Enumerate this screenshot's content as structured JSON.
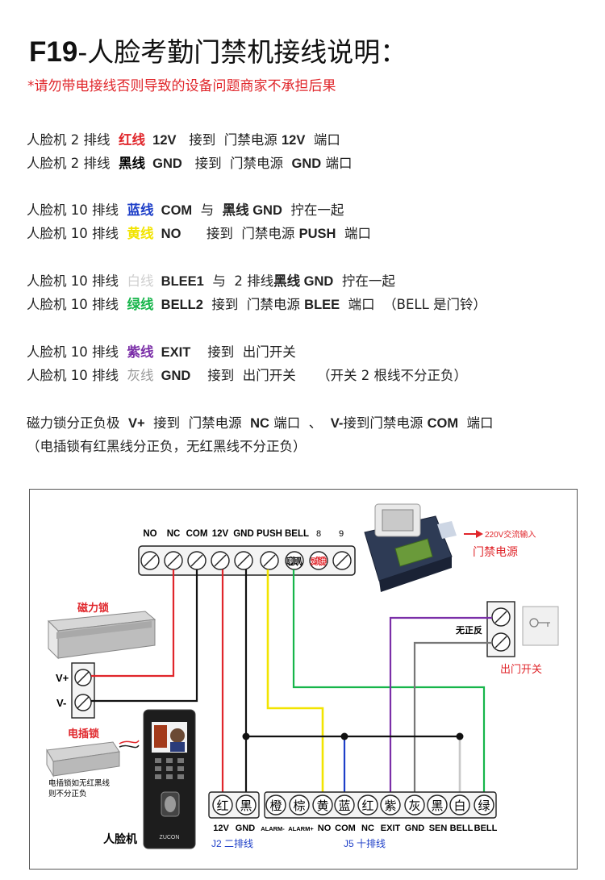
{
  "title": {
    "code": "F19",
    "rest": "-人脸考勤门禁机接线说明："
  },
  "warning": "*请勿带电接线否则导致的设备问题商家不承担后果",
  "lines": [
    {
      "p1": "人脸机 2 排线  ",
      "wire": "红线",
      "sig": "  12V",
      "p2": "   接到  门禁电源 ",
      "port": "12V",
      "p3": "  端口"
    },
    {
      "p1": "人脸机 2 排线  ",
      "wire": "黑线",
      "sig": "  GND",
      "p2": "   接到  门禁电源  ",
      "port": "GND",
      "p3": " 端口"
    },
    {
      "p1": "人脸机 10 排线  ",
      "wire": "蓝线",
      "sig": "  COM",
      "p2": "  与  ",
      "port": "黑线 GND",
      "p3": "  拧在一起"
    },
    {
      "p1": "人脸机 10 排线  ",
      "wire": "黄线",
      "sig": "  NO",
      "p2": "      接到  门禁电源 ",
      "port": "PUSH",
      "p3": "  端口"
    },
    {
      "p1": "人脸机 10 排线  ",
      "wire": "白线",
      "sig": "  BLEE1",
      "p2": "  与  2 排线",
      "port": "黑线 GND",
      "p3": "  拧在一起"
    },
    {
      "p1": "人脸机 10 排线  ",
      "wire": "绿线",
      "sig": "  BELL2",
      "p2": "  接到  门禁电源 ",
      "port": "BLEE",
      "p3": "  端口  （BELL 是门铃）"
    },
    {
      "p1": "人脸机 10 排线  ",
      "wire": "紫线",
      "sig": "  EXIT",
      "p2": "    接到  出门开关",
      "port": "",
      "p3": ""
    },
    {
      "p1": "人脸机 10 排线  ",
      "wire": "灰线",
      "sig": "  GND",
      "p2": "    接到  出门开关",
      "port": "",
      "p3": "     （开关 2 根线不分正负）"
    }
  ],
  "lock_line": {
    "p1": "磁力锁分正负极  ",
    "vplus": "V+",
    "p2": "  接到  门禁电源  ",
    "nc": "NC",
    "p3": " 端口  、  ",
    "vminus": "V-",
    "p4": "接到门禁电源 ",
    "com": "COM",
    "p5": "  端口"
  },
  "lock_note": "（电插锁有红黑线分正负，无红黑线不分正负）",
  "diagram": {
    "psu_terminals": [
      "NO",
      "NC",
      "COM",
      "12V",
      "GND",
      "PUSH",
      "BELL",
      "8",
      "9"
    ],
    "psu_labels_inner": [
      "喇叭",
      "对讲"
    ],
    "psu_input": "220V交流输入",
    "psu_name": "门禁电源",
    "maglock_name": "磁力锁",
    "vplus": "V+",
    "vminus": "V-",
    "elock_name": "电插锁",
    "elock_note_1": "电插锁如无红黑线",
    "elock_note_2": "则不分正负",
    "face_name": "人脸机",
    "brand": "ZUCON",
    "exit_no_polarity": "无正反",
    "exit_name": "出门开关",
    "j2_terminals": [
      "红",
      "黑"
    ],
    "j2_signals": [
      "12V",
      "GND"
    ],
    "j2_name": "J2 二排线",
    "j5_terminals": [
      "橙",
      "棕",
      "黄",
      "蓝",
      "红",
      "紫",
      "灰",
      "黑",
      "白",
      "绿"
    ],
    "j5_signals": [
      "ALARM-",
      "ALARM+",
      "NO",
      "COM",
      "NC",
      "EXIT",
      "GND",
      "SEN",
      "BELL",
      "BELL"
    ],
    "j5_name": "J5 十排线"
  },
  "colors": {
    "red": "#e0262b",
    "black": "#111111",
    "yellow": "#f2e400",
    "blue": "#1e3fc8",
    "white": "#c8c8c8",
    "green": "#16b54a",
    "purple": "#7b2fa8",
    "gray": "#777777",
    "title_red": "#e0262b",
    "label_red": "#e0262b"
  }
}
